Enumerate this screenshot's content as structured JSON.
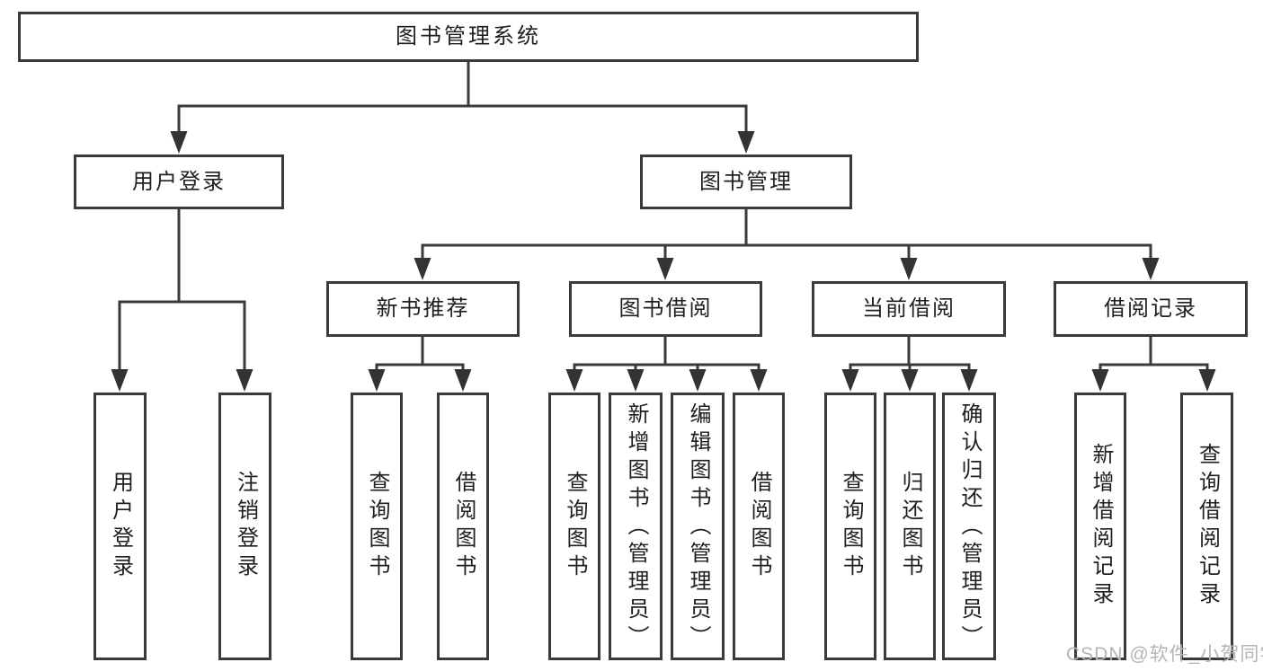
{
  "diagram": {
    "title": "图书管理系统",
    "children": [
      {
        "label": "用户登录",
        "children": [
          {
            "label": "用户登录"
          },
          {
            "label": "注销登录"
          }
        ]
      },
      {
        "label": "图书管理",
        "children": [
          {
            "label": "新书推荐",
            "children": [
              {
                "label": "查询图书"
              },
              {
                "label": "借阅图书"
              }
            ]
          },
          {
            "label": "图书借阅",
            "children": [
              {
                "label": "查询图书"
              },
              {
                "label": "新增图书（管理员）"
              },
              {
                "label": "编辑图书（管理员）"
              },
              {
                "label": "借阅图书"
              }
            ]
          },
          {
            "label": "当前借阅",
            "children": [
              {
                "label": "查询图书"
              },
              {
                "label": "归还图书"
              },
              {
                "label": "确认归还（管理员）"
              }
            ]
          },
          {
            "label": "借阅记录",
            "children": [
              {
                "label": "新增借阅记录"
              },
              {
                "label": "查询借阅记录"
              }
            ]
          }
        ]
      }
    ]
  },
  "watermark": "CSDN @软件_小贺同学",
  "colors": {
    "line": "#3a3a3a",
    "text": "#1f1f1f",
    "watermark": "#b5b5b5",
    "background": "#ffffff"
  }
}
